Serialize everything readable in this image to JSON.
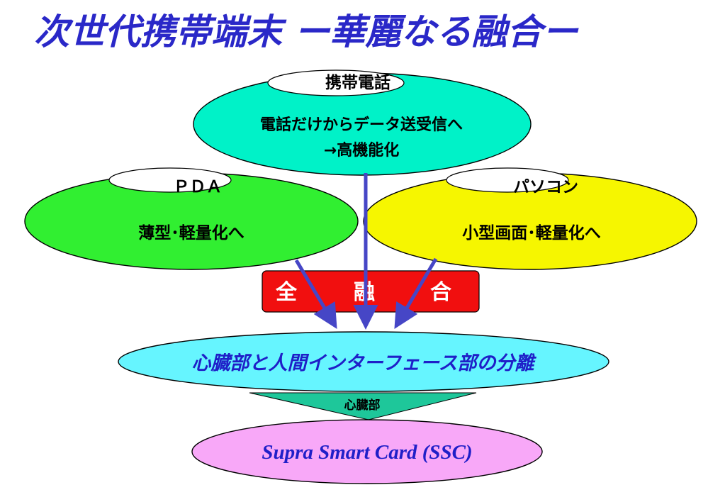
{
  "title": "次世代携帯端末 ー華麗なる融合ー",
  "colors": {
    "title": "#2a28c8",
    "phone_fill": "#00f2c8",
    "pda_fill": "#31ef31",
    "pc_fill": "#f6f600",
    "fusion_fill": "#f10f0f",
    "separation_fill": "#66f5ff",
    "core_arrow_fill": "#1ec79a",
    "ssc_fill": "#f8a8f8",
    "connector": "#4646c6"
  },
  "nodes": {
    "phone": {
      "label": "携帯電話",
      "line1": "電話だけからデータ送受信へ",
      "line2": "→高機能化"
    },
    "pda": {
      "label": "ＰＤＡ",
      "text": "薄型･軽量化へ"
    },
    "pc": {
      "label": "パソコン",
      "text": "小型画面･軽量化へ"
    },
    "fusion": {
      "char1": "全",
      "char2": "融",
      "char3": "合"
    },
    "separation": {
      "text": "心臓部と人間インターフェース部の分離"
    },
    "core_arrow": {
      "label": "心臓部"
    },
    "ssc": {
      "text": "Supra Smart Card (SSC)"
    }
  }
}
